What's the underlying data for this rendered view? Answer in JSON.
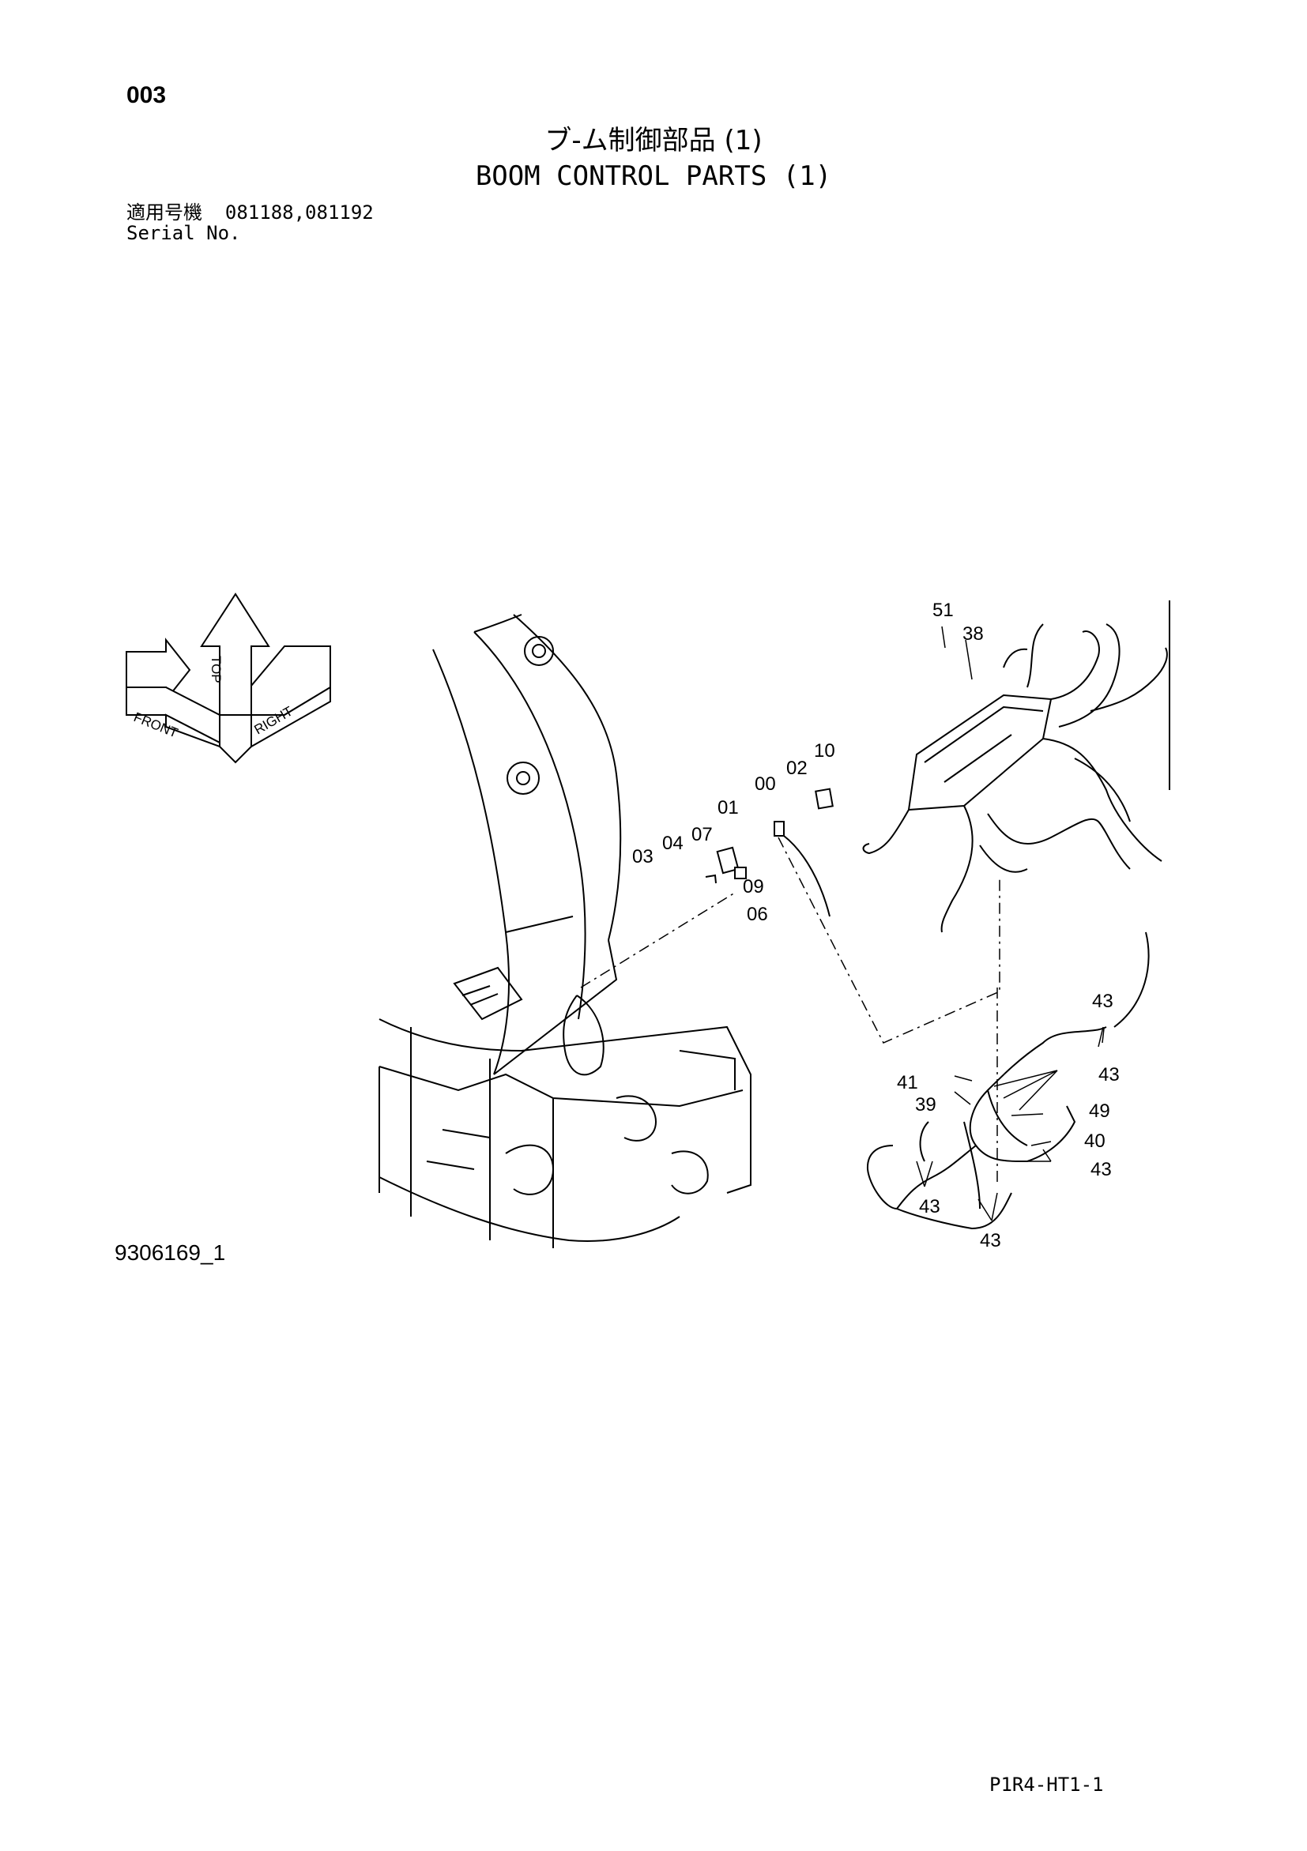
{
  "header": {
    "page_number": "003",
    "title_jp": "ブ-ム制御部品 (1)",
    "title_en": "BOOM CONTROL PARTS (1)",
    "serial_label_jp": "適用号機",
    "serial_numbers": "081188,081192",
    "serial_label_en": "Serial No."
  },
  "diagram": {
    "orientation_labels": [
      "TOP",
      "FRONT",
      "RIGHT"
    ],
    "part_labels": {
      "p51": "51",
      "p38": "38",
      "p10": "10",
      "p02": "02",
      "p00": "00",
      "p01": "01",
      "p07": "07",
      "p04": "04",
      "p03": "03",
      "p09": "09",
      "p06": "06",
      "p43a": "43",
      "p43b": "43",
      "p41": "41",
      "p39": "39",
      "p49": "49",
      "p40": "40",
      "p43c": "43",
      "p43d": "43",
      "p43e": "43"
    },
    "diagram_id": "9306169_1"
  },
  "footer": {
    "page_code": "P1R4-HT1-1"
  }
}
